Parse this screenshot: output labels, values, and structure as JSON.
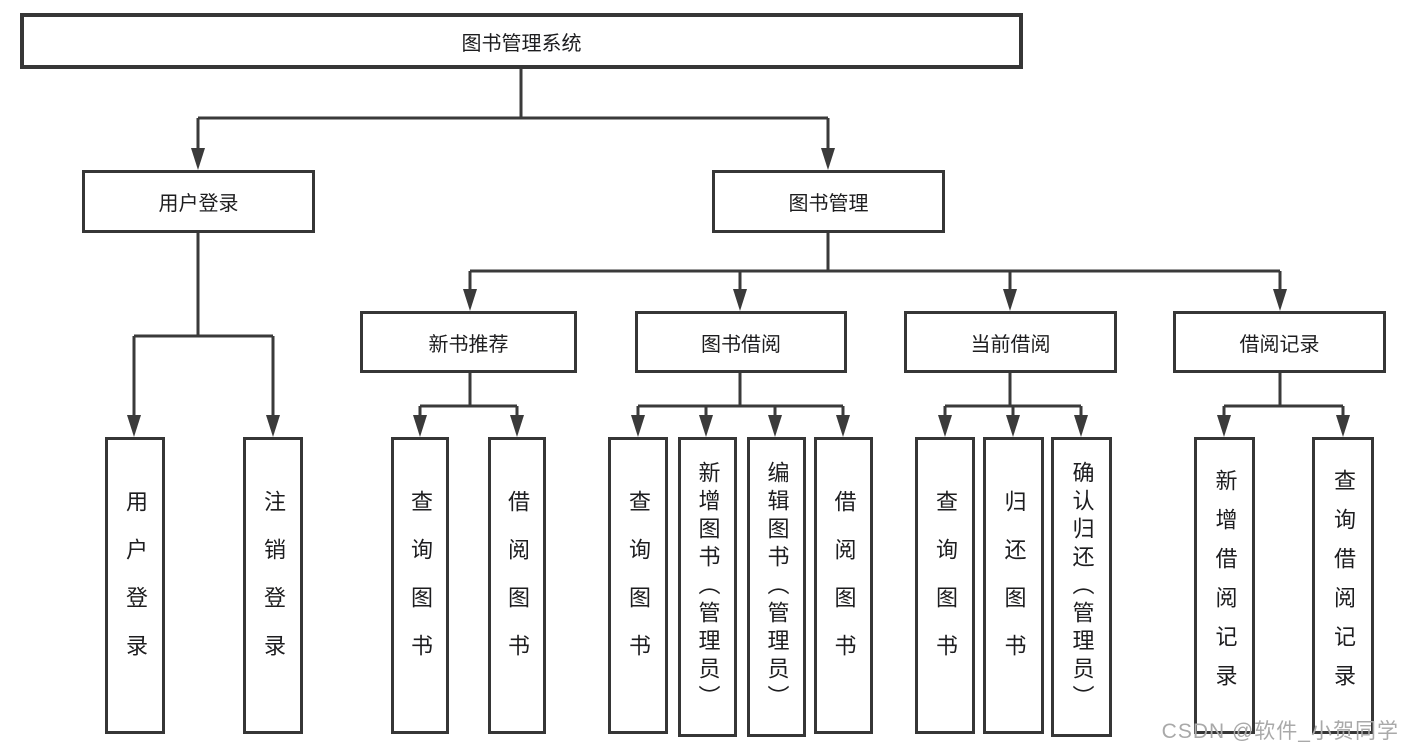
{
  "tree": {
    "label": "图书管理系统",
    "children": [
      {
        "label": "用户登录",
        "children": [
          {
            "label": "用户登录"
          },
          {
            "label": "注销登录"
          }
        ]
      },
      {
        "label": "图书管理",
        "children": [
          {
            "label": "新书推荐",
            "children": [
              {
                "label": "查询图书"
              },
              {
                "label": "借阅图书"
              }
            ]
          },
          {
            "label": "图书借阅",
            "children": [
              {
                "label": "查询图书"
              },
              {
                "label": "新增图书（管理员）"
              },
              {
                "label": "编辑图书（管理员）"
              },
              {
                "label": "借阅图书"
              }
            ]
          },
          {
            "label": "当前借阅",
            "children": [
              {
                "label": "查询图书"
              },
              {
                "label": "归还图书"
              },
              {
                "label": "确认归还（管理员）"
              }
            ]
          },
          {
            "label": "借阅记录",
            "children": [
              {
                "label": "新增借阅记录"
              },
              {
                "label": "查询借阅记录"
              }
            ]
          }
        ]
      }
    ]
  },
  "watermark": "CSDN @软件_小贺同学",
  "colors": {
    "line": "#3a3a3a",
    "text": "#1d1d1f",
    "background": "#ffffff",
    "watermark": "#a9a9a9"
  }
}
